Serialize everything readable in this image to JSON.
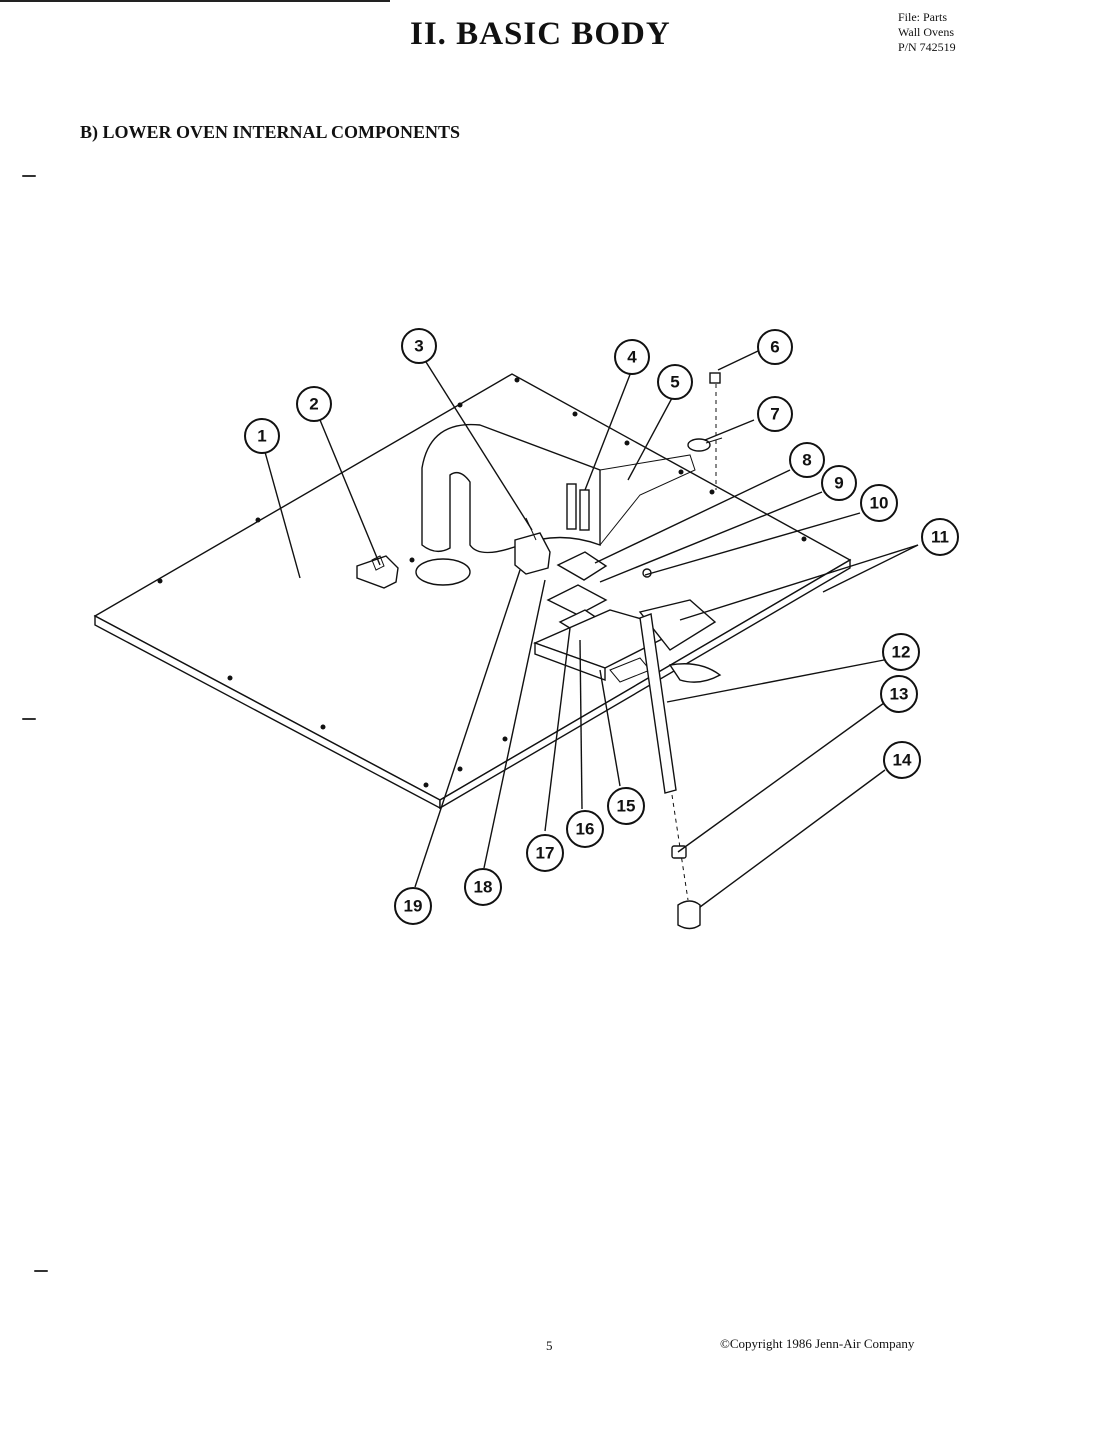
{
  "header": {
    "title": "II. BASIC BODY",
    "file_line1": "File: Parts",
    "file_line2": "Wall Ovens",
    "file_line3": "P/N 742519"
  },
  "section": {
    "heading": "B) LOWER OVEN INTERNAL COMPONENTS"
  },
  "callouts": [
    "1",
    "2",
    "3",
    "4",
    "5",
    "6",
    "7",
    "8",
    "9",
    "10",
    "11",
    "12",
    "13",
    "14",
    "15",
    "16",
    "17",
    "18",
    "19"
  ],
  "footer": {
    "page_number": "5",
    "copyright": "©Copyright 1986 Jenn-Air Company"
  }
}
